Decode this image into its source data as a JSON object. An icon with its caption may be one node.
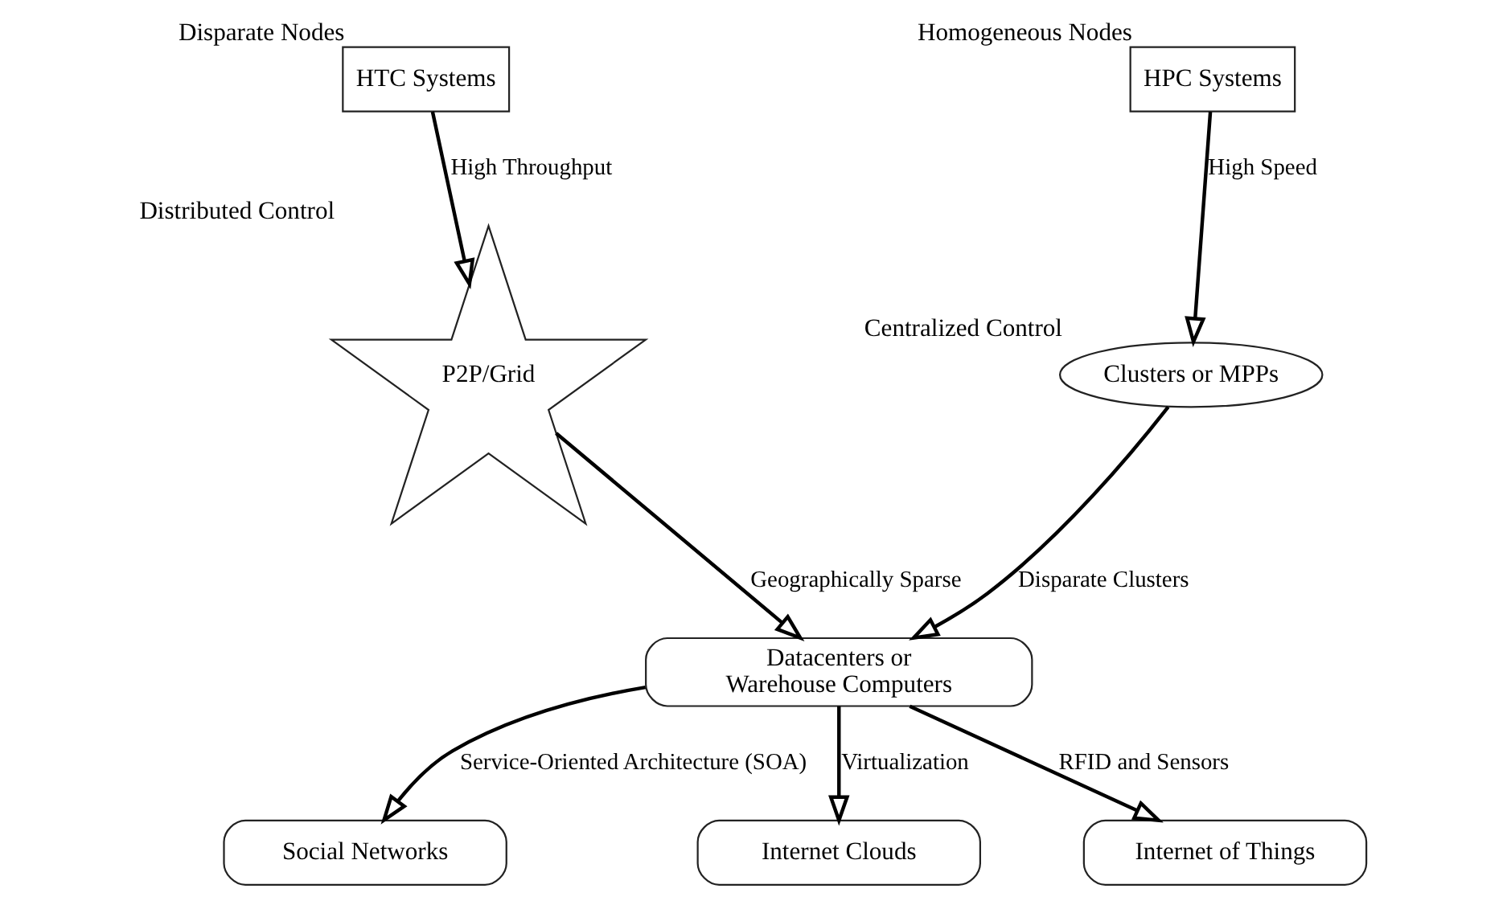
{
  "diagram": {
    "nodes": [
      {
        "text": [
          "HTC Systems"
        ],
        "beside": [
          "Disparate Nodes"
        ]
      },
      {
        "text": [
          "HPC Systems"
        ],
        "beside": [
          "Homogeneous Nodes"
        ]
      },
      {
        "text": [
          "P2P/Grid"
        ],
        "beside": [
          "Distributed Control"
        ]
      },
      {
        "text": [
          "Clusters or MPPs"
        ],
        "beside": [
          "Centralized Control"
        ]
      },
      {
        "text": [
          "Datacenters or Warehouse Computers"
        ]
      },
      {
        "text": [
          "Social Networks"
        ]
      },
      {
        "text": [
          "Internet Clouds"
        ]
      },
      {
        "text": [
          "Internet of Things"
        ]
      }
    ],
    "edges": [
      {
        "from": 0,
        "to": 2,
        "arrow": "to",
        "label": "High Throughput"
      },
      {
        "from": 1,
        "to": 3,
        "arrow": "to",
        "label": "High Speed"
      },
      {
        "from": 2,
        "to": 4,
        "arrow": "to",
        "label": "Geographically Sparse"
      },
      {
        "from": 3,
        "to": 4,
        "arrow": "to",
        "label": "Disparate Clusters"
      },
      {
        "from": 4,
        "to": 5,
        "arrow": "to",
        "label": "Service-Oriented Architecture (SOA)"
      },
      {
        "from": 4,
        "to": 6,
        "arrow": "to",
        "label": "Virtualization"
      },
      {
        "from": 4,
        "to": 7,
        "arrow": "to",
        "label": "RFID and Sensors"
      }
    ]
  }
}
